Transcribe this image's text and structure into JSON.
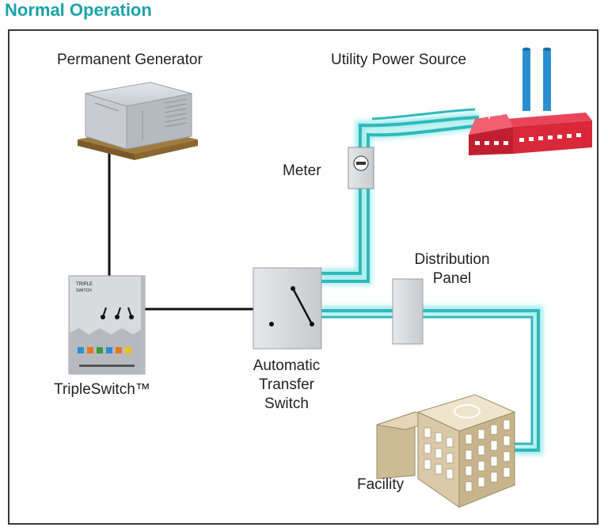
{
  "header": {
    "title": "Normal Operation"
  },
  "labels": {
    "generator": "Permanent Generator",
    "utility": "Utility Power Source",
    "meter": "Meter",
    "distribution_line1": "Distribution",
    "distribution_line2": "Panel",
    "ats_line1": "Automatic",
    "ats_line2": "Transfer",
    "ats_line3": "Switch",
    "tripleswitch": "TripleSwitch™",
    "facility": "Facility"
  },
  "device_text": {
    "tripleswitch_brand": "TRIPLE",
    "tripleswitch_sub": "SWITCH"
  },
  "colors": {
    "title": "#1aa3a8",
    "glow_line": "#35c9c9",
    "plain_line": "#111111",
    "factory_red": "#d8283a",
    "stack_blue": "#2a8fd0",
    "building_tan": "#d9c9a6"
  }
}
